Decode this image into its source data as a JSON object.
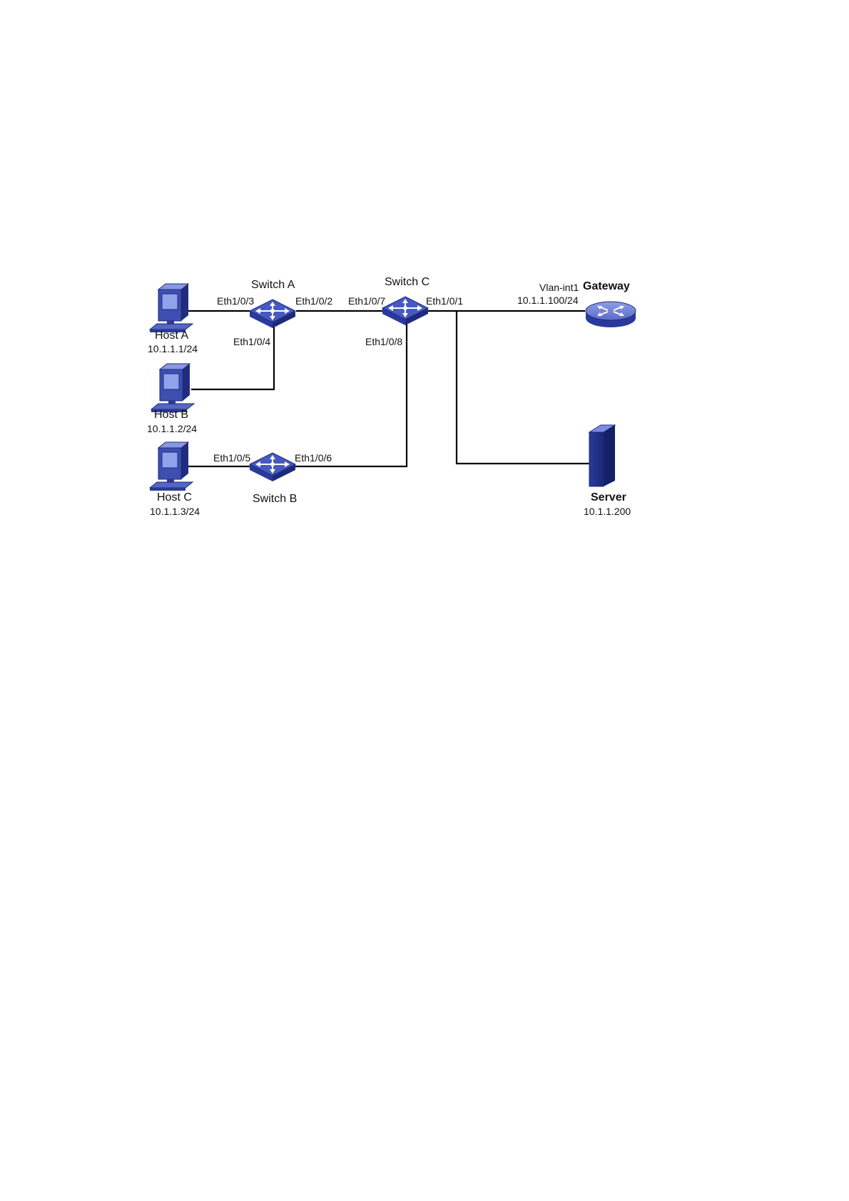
{
  "devices": {
    "host_a": {
      "name": "Host A",
      "ip": "10.1.1.1/24"
    },
    "host_b": {
      "name": "Host B",
      "ip": "10.1.1.2/24"
    },
    "host_c": {
      "name": "Host C",
      "ip": "10.1.1.3/24"
    },
    "switch_a": {
      "name": "Switch A",
      "chassis_text": "SWITCH"
    },
    "switch_b": {
      "name": "Switch B",
      "chassis_text": "SWITCH"
    },
    "switch_c": {
      "name": "Switch C",
      "chassis_text": "SWITCH"
    },
    "gateway": {
      "name": "Gateway",
      "interface": "Vlan-int1",
      "ip": "10.1.1.100/24"
    },
    "server": {
      "name": "Server",
      "ip": "10.1.1.200"
    }
  },
  "ports": {
    "a_eth3": "Eth1/0/3",
    "a_eth2": "Eth1/0/2",
    "a_eth4": "Eth1/0/4",
    "c_eth7": "Eth1/0/7",
    "c_eth1": "Eth1/0/1",
    "c_eth8": "Eth1/0/8",
    "b_eth5": "Eth1/0/5",
    "b_eth6": "Eth1/0/6"
  },
  "colors": {
    "device_blue": "#3d4fb0",
    "device_dark": "#1e2a7a",
    "device_light": "#7b8ce0",
    "link": "#000000"
  }
}
